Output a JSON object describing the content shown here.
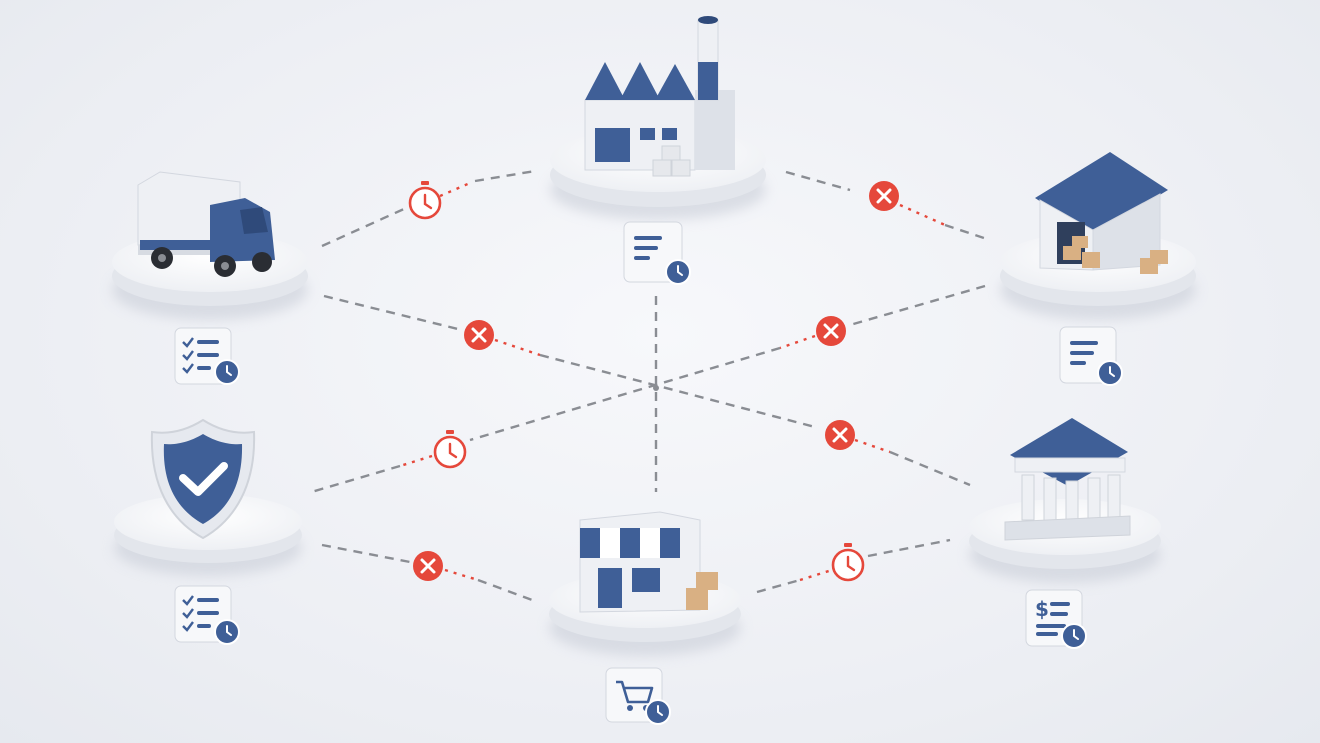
{
  "colors": {
    "navy": "#3f5f97",
    "navy_dark": "#2f4a7a",
    "alert_red": "#e5483b",
    "link_gray": "#8a8d93",
    "platform": "#f5f6f8",
    "building_white": "#eef0f4",
    "box_tan": "#d9b083"
  },
  "nodes": [
    {
      "id": "factory",
      "icon": "factory-icon",
      "doc_icon": "document-clock-icon"
    },
    {
      "id": "truck",
      "icon": "delivery-truck-icon",
      "doc_icon": "checklist-clock-icon"
    },
    {
      "id": "warehouse",
      "icon": "warehouse-icon",
      "doc_icon": "document-clock-icon"
    },
    {
      "id": "shield",
      "icon": "security-shield-icon",
      "doc_icon": "checklist-clock-icon"
    },
    {
      "id": "bank",
      "icon": "bank-icon",
      "doc_icon": "invoice-dollar-clock-icon",
      "doc_symbol": "$"
    },
    {
      "id": "store",
      "icon": "storefront-icon",
      "doc_icon": "cart-clock-icon"
    }
  ],
  "links": [
    {
      "from": "factory",
      "to": "truck",
      "status": "delayed",
      "status_icon": "stopwatch-icon"
    },
    {
      "from": "factory",
      "to": "warehouse",
      "status": "blocked",
      "status_icon": "x-circle-icon"
    },
    {
      "from": "truck",
      "to": "bank",
      "status": "blocked",
      "status_icon": "x-circle-icon"
    },
    {
      "from": "warehouse",
      "to": "shield",
      "status": "blocked",
      "status_icon": "x-circle-icon"
    },
    {
      "from": "shield",
      "to": "warehouse",
      "status": "delayed",
      "status_icon": "stopwatch-icon"
    },
    {
      "from": "truck",
      "to": "bank",
      "status": "blocked",
      "status_icon": "x-circle-icon"
    },
    {
      "from": "shield",
      "to": "store",
      "status": "blocked",
      "status_icon": "x-circle-icon"
    },
    {
      "from": "store",
      "to": "bank",
      "status": "delayed",
      "status_icon": "stopwatch-icon"
    },
    {
      "from": "factory",
      "to": "store",
      "status": "normal"
    }
  ]
}
